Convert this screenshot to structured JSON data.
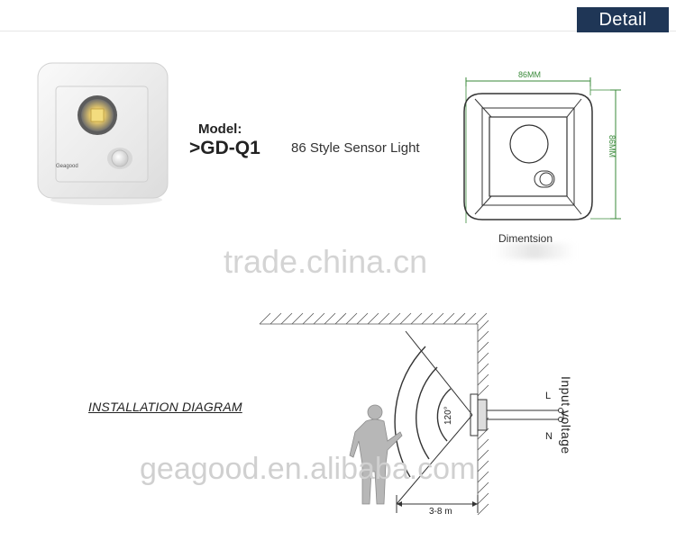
{
  "header": {
    "detail_label": "Detail"
  },
  "product": {
    "brand_logo": "Geagood",
    "model_label": "Model:",
    "model_number": ">GD-Q1",
    "product_name": "86 Style Sensor Light"
  },
  "dimension_drawing": {
    "width_label": "86MM",
    "height_label": "86MM",
    "caption": "Dimentsion"
  },
  "watermarks": {
    "trade": "trade.china.cn",
    "geagood": "geagood.en.alibaba.com"
  },
  "installation": {
    "title": "INSTALLATION DIAGRAM",
    "angle": "120°",
    "range": "3-8 m",
    "input_voltage": "Input voltage",
    "wire_l": "L",
    "wire_n": "N"
  },
  "colors": {
    "banner": "#1f3656",
    "dimension_lines": "#3a8a3a",
    "watermark": "#d4d4d4"
  }
}
